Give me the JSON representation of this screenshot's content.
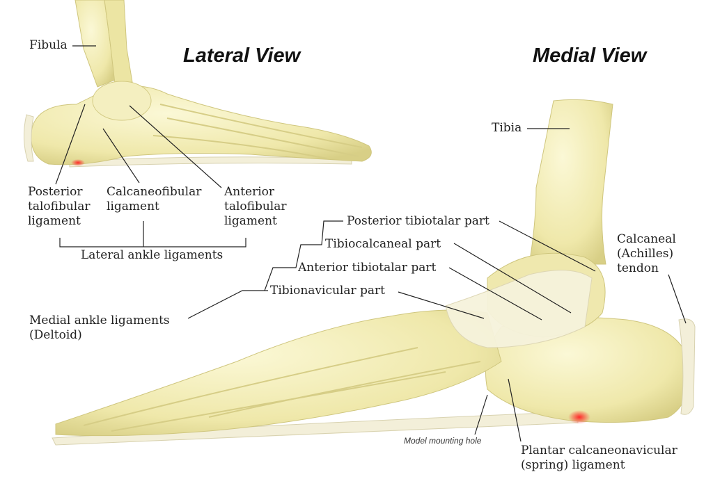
{
  "titles": {
    "lateral": "Lateral View",
    "medial": "Medial View"
  },
  "lateral_labels": {
    "fibula": "Fibula",
    "posterior_talofibular": "Posterior\ntalofibular\nligament",
    "calcaneofibular": "Calcaneofibular\nligament",
    "anterior_talofibular": "Anterior\ntalofibular\nligament",
    "group": "Lateral ankle ligaments"
  },
  "medial_labels": {
    "tibia": "Tibia",
    "posterior_tibiotalar": "Posterior tibiotalar part",
    "tibiocalcaneal": "Tibiocalcaneal part",
    "anterior_tibiotalar": "Anterior tibiotalar part",
    "tibionavicular": "Tibionavicular part",
    "group": "Medial ankle ligaments\n(Deltoid)",
    "achilles": "Calcaneal\n(Achilles)\ntendon",
    "mounting_hole": "Model mounting hole",
    "spring": "Plantar calcaneonavicular\n(spring) ligament"
  },
  "colors": {
    "bone": "#f1ecb4",
    "bone_shade": "#d9d08a",
    "ligament": "#f6f3dc",
    "inflamed": "#ff3b3b",
    "leader": "#222222"
  }
}
